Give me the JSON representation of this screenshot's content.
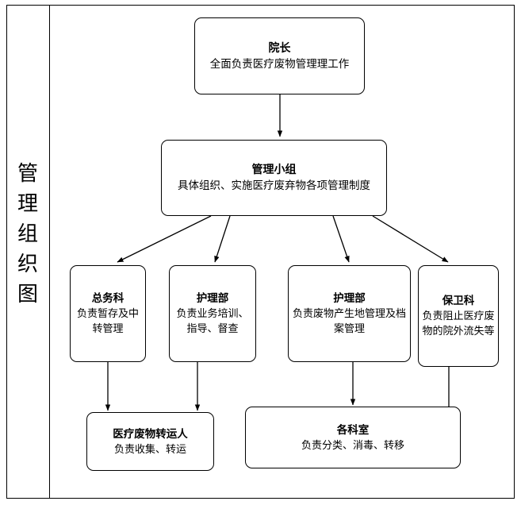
{
  "side_label": "管理组织图",
  "nodes": [
    {
      "id": "director",
      "title": "院长",
      "desc": "全面负责医疗废物管理理工作"
    },
    {
      "id": "mgmt-group",
      "title": "管理小组",
      "desc": "具体组织、实施医疗废弃物各项管理制度"
    },
    {
      "id": "general-affairs",
      "title": "总务科",
      "desc": "负责暂存及中转管理"
    },
    {
      "id": "nursing-dept-1",
      "title": "护理部",
      "desc": "负责业务培训、指导、督查"
    },
    {
      "id": "nursing-dept-2",
      "title": "护理部",
      "desc": "负责废物产生地管理及档案管理"
    },
    {
      "id": "security-dept",
      "title": "保卫科",
      "desc": "负责阻止医疗废物的院外流失等"
    },
    {
      "id": "transporter",
      "title": "医疗废物转运人",
      "desc": "负责收集、转运"
    },
    {
      "id": "departments",
      "title": "各科室",
      "desc": "负责分类、消毒、转移"
    }
  ],
  "colors": {
    "line": "#000000",
    "background": "#ffffff"
  }
}
